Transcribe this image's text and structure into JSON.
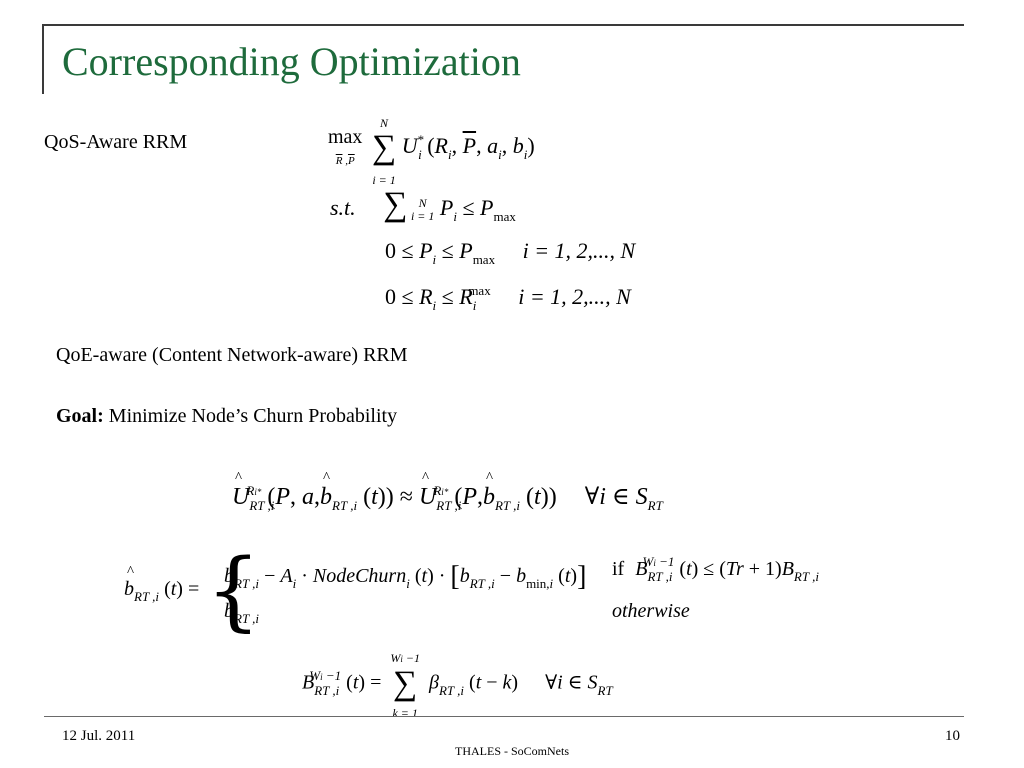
{
  "title": "Corresponding Optimization",
  "qos_label": "QoS-Aware RRM",
  "qoe_label": "QoE-aware (Content Network-aware) RRM",
  "goal": {
    "prefix": "Goal:",
    "text": " Minimize Node’s Churn Probability"
  },
  "footer": {
    "date": "12 Jul. 2011",
    "org": "THALES - SoComNets",
    "page": "10"
  },
  "equations": {
    "objective_max": "max",
    "objective_under": "R ,P",
    "sum_top": "N",
    "sum_bottom": "i = 1",
    "objective_body": "U",
    "st": "s.t.",
    "c1_sum_top": "N",
    "c1_sum_bottom": "i = 1",
    "c1_body": "P",
    "c2_range": "i = 1, 2,..., N",
    "c3_range": "i = 1, 2,..., N",
    "if_text": "if",
    "otherwise": "otherwise",
    "forall": "∀",
    "set": "S",
    "churn": "NodeChurn",
    "sum3_top": "W",
    "sum3_bottom": "k = 1"
  }
}
